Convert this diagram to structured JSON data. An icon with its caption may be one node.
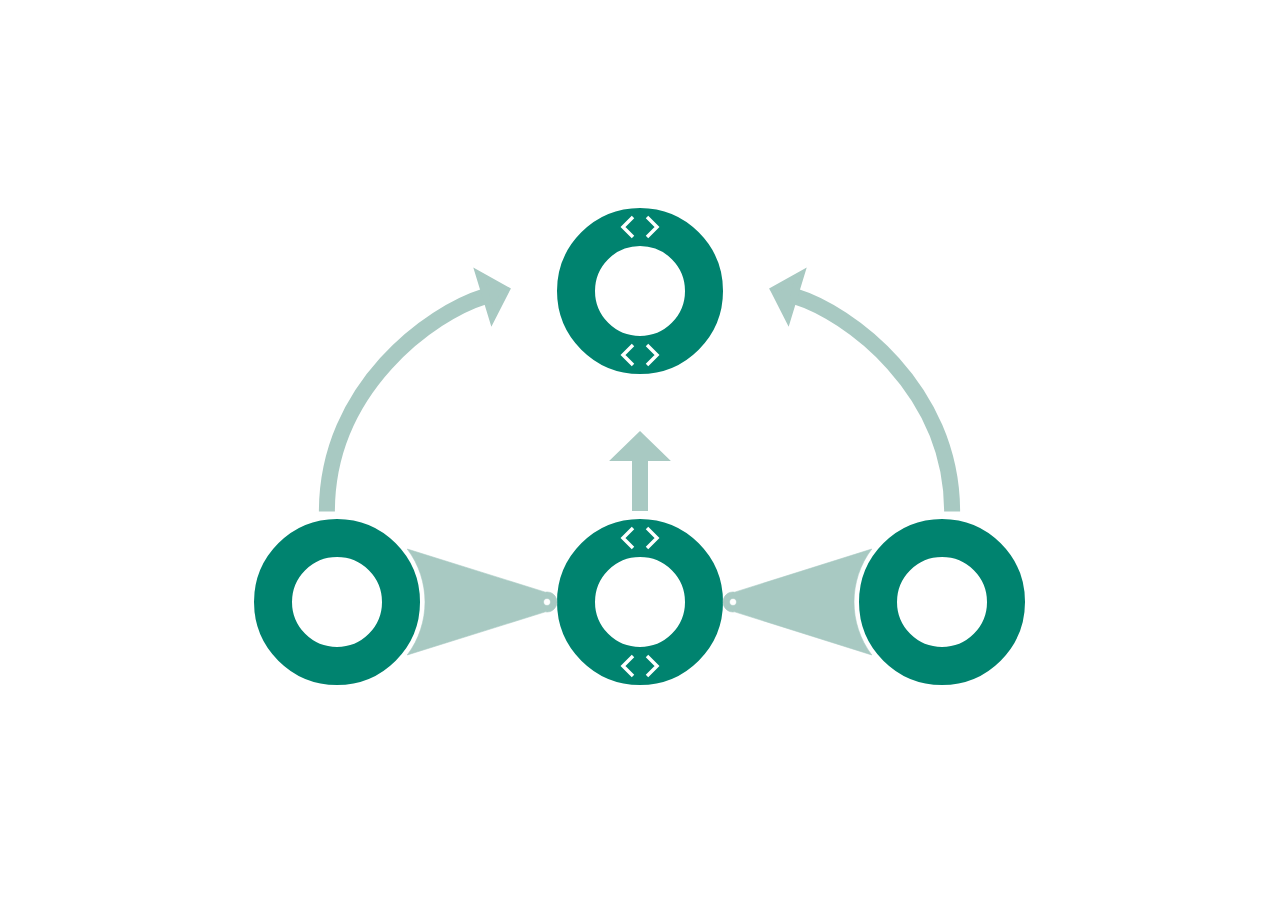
{
  "diagram": {
    "nodes": [
      {
        "text": [],
        "shape": "ring"
      },
      {
        "text": [],
        "shape": "ring"
      },
      {
        "text": [],
        "shape": "ring"
      },
      {
        "text": [],
        "shape": "ring"
      }
    ],
    "edges": [
      {
        "from": 1,
        "to": 0,
        "arrow": "to"
      },
      {
        "from": 2,
        "to": 0,
        "arrow": "to"
      },
      {
        "from": 3,
        "to": 0,
        "arrow": "to"
      },
      {
        "from": 1,
        "to": 2,
        "arrow": "other"
      },
      {
        "from": 3,
        "to": 2,
        "arrow": "other"
      }
    ]
  }
}
